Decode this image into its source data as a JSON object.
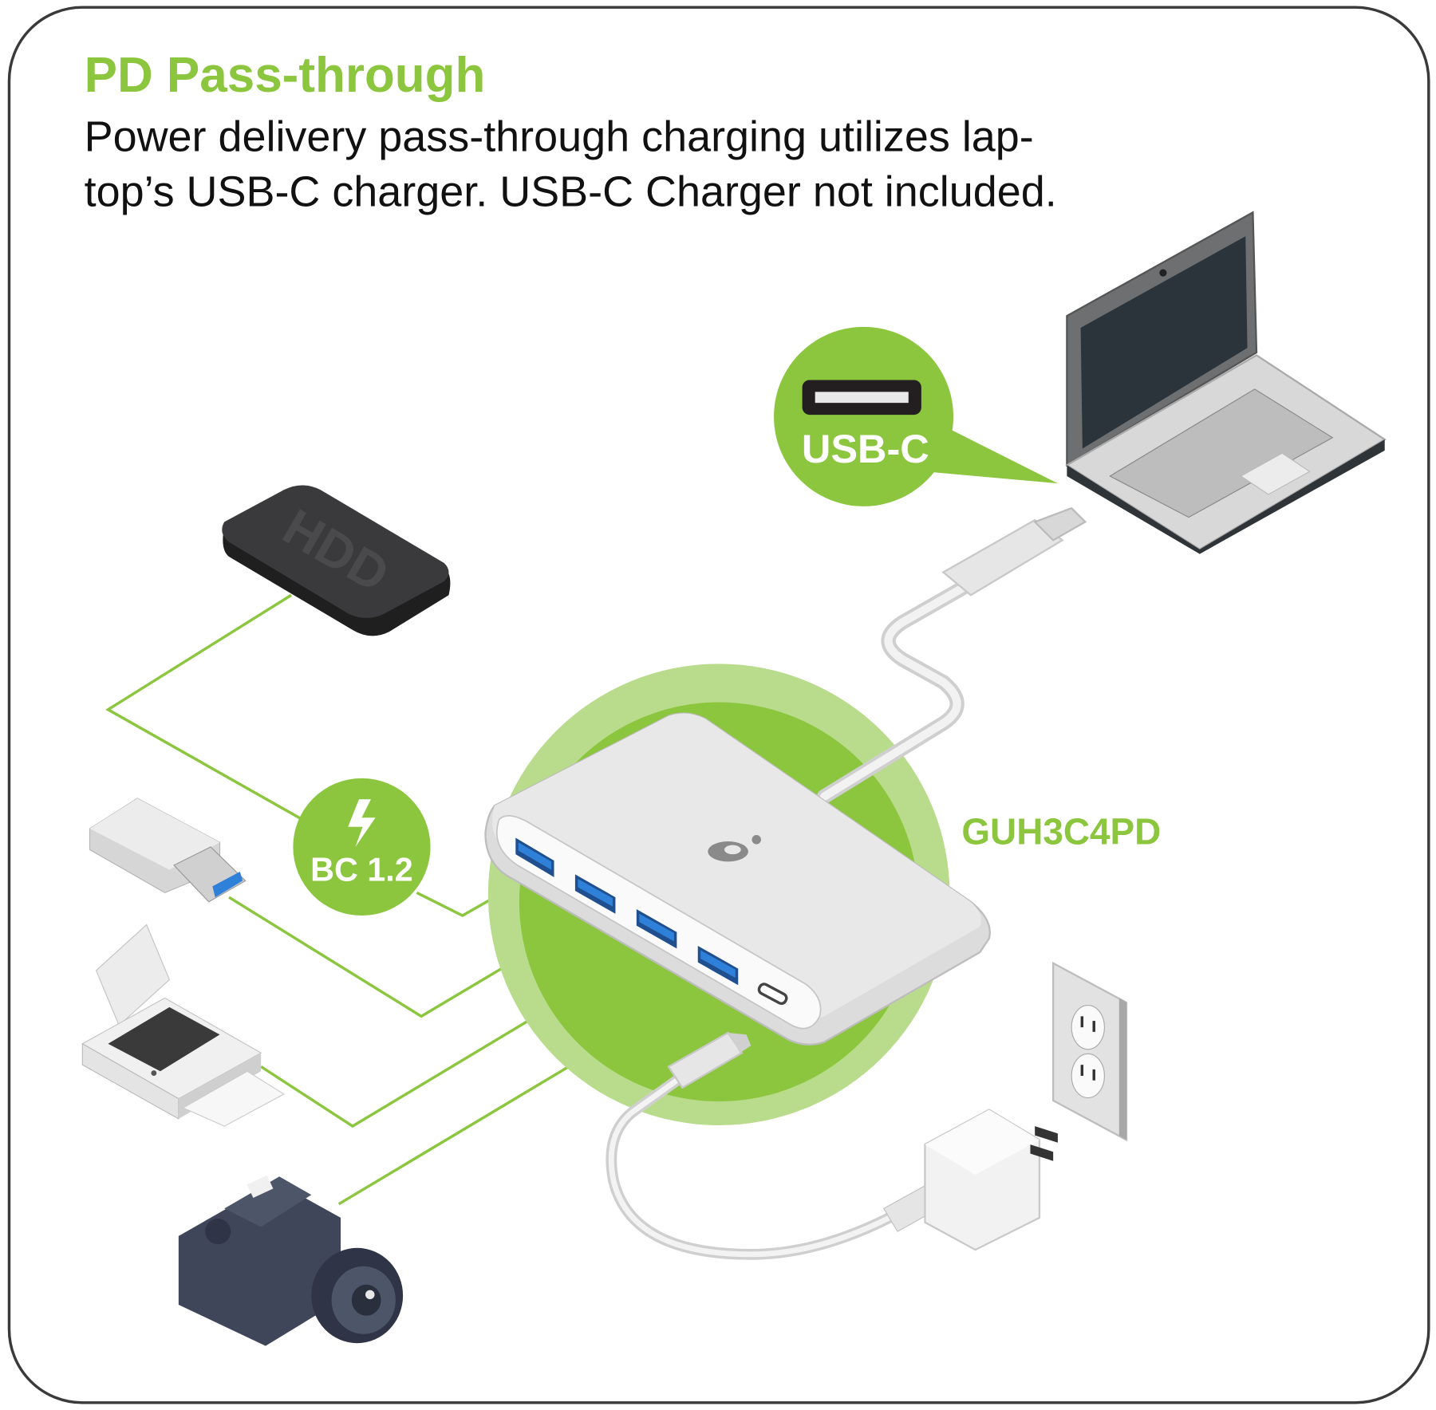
{
  "header": {
    "title": "PD Pass-through",
    "description_lines": [
      "Power delivery pass-through charging utilizes lap-",
      "top’s USB-C charger. USB-C Charger not included."
    ]
  },
  "callouts": {
    "usb_c_label": "USB-C",
    "bc_label": "BC 1.2",
    "model_label": "GUH3C4PD",
    "hdd_label": "HDD"
  },
  "colors": {
    "accent_green": "#8cc63f",
    "light_green": "#b9dc8c",
    "usb_blue": "#1f6fc4",
    "border": "#3a3a3a"
  }
}
